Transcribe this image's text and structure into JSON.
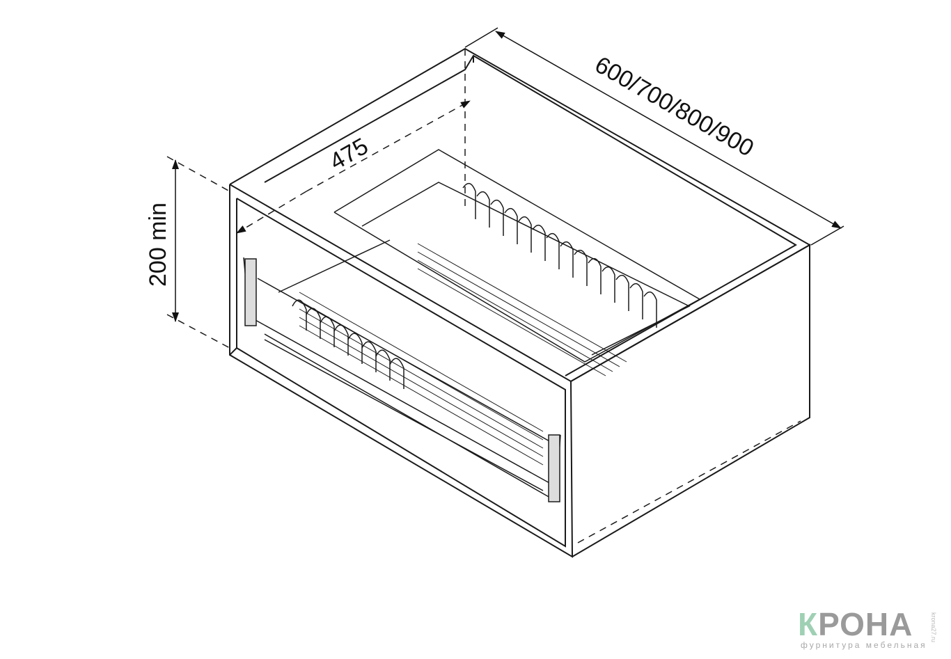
{
  "dimensions": {
    "width": "600/700/800/900",
    "depth": "475",
    "height": "200 min"
  },
  "logo": {
    "first_letter": "К",
    "rest": "РОНА",
    "tagline": "фурнитура мебельная",
    "url": "krona27.ru"
  },
  "colors": {
    "line": "#1a1a1a",
    "logo_green": "#9fd0b4",
    "logo_grey": "#9a9a9a"
  }
}
